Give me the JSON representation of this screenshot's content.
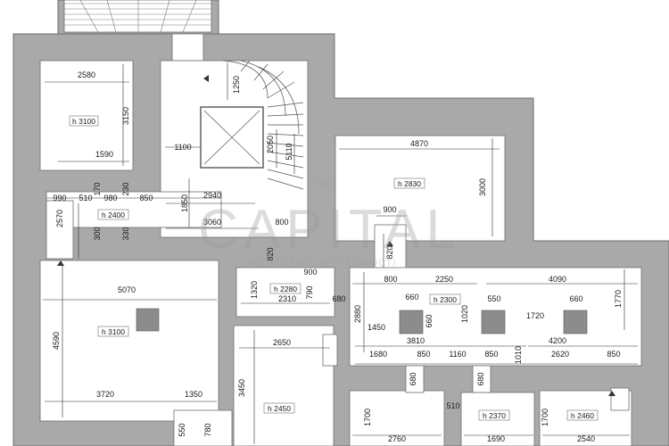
{
  "watermark": {
    "line1": "THE",
    "line2": "CAPITAL",
    "line3": "АГЕНТСТВО НЕРУХОМОСТІ"
  },
  "colors": {
    "wall": "#a9a9a9",
    "wall_edge": "#6e6e6e",
    "room": "#ffffff",
    "dim_line": "#2a2a2a",
    "column": "#8c8c8c"
  },
  "rooms": {
    "r1": {
      "height": "h 3100"
    },
    "r2": {
      "height": "h 2400"
    },
    "r3": {
      "height": "h 2830"
    },
    "r4": {
      "height": "h 2280"
    },
    "r5": {
      "height": "h 2300"
    },
    "r6": {
      "height": "h 3100"
    },
    "r7": {
      "height": "h 2450"
    },
    "r8": {
      "height": "h 2370"
    },
    "r9": {
      "height": "h 2460"
    }
  },
  "dims": {
    "d2580": "2580",
    "d3150": "3150",
    "d1590": "1590",
    "d990": "990",
    "d510": "510",
    "d170": "170",
    "d980": "980",
    "d230": "230",
    "d850a": "850",
    "d2570": "2570",
    "d300": "300",
    "d330": "330",
    "d1250": "1250",
    "d1100": "1100",
    "d2050": "2050",
    "d5110": "5110",
    "d2940": "2940",
    "d1850": "1850",
    "d3060": "3060",
    "d800a": "800",
    "d820a": "820",
    "d4870": "4870",
    "d3000": "3000",
    "d900a": "900",
    "d820b": "820",
    "d900b": "900",
    "d1320": "1320",
    "d790": "790",
    "d2310": "2310",
    "d680a": "680",
    "d800b": "800",
    "d2250": "2250",
    "d4090": "4090",
    "d1770": "1770",
    "d660a": "660",
    "d550a": "550",
    "d660b": "660",
    "d2880": "2880",
    "d1450": "1450",
    "d660c": "660",
    "d1020": "1020",
    "d1720": "1720",
    "d3810": "3810",
    "d4200": "4200",
    "d1680": "1680",
    "d850b": "850",
    "d1160": "1160",
    "d850c": "850",
    "d1010": "1010",
    "d2620": "2620",
    "d850d": "850",
    "d5070": "5070",
    "d4590": "4590",
    "d3720": "3720",
    "d1350": "1350",
    "d550b": "550",
    "d780": "780",
    "d2650": "2650",
    "d3450": "3450",
    "d680b": "680",
    "d680c": "680",
    "d510b": "510",
    "d1700a": "1700",
    "d2760": "2760",
    "d1690": "1690",
    "d1700b": "1700",
    "d2540": "2540"
  }
}
